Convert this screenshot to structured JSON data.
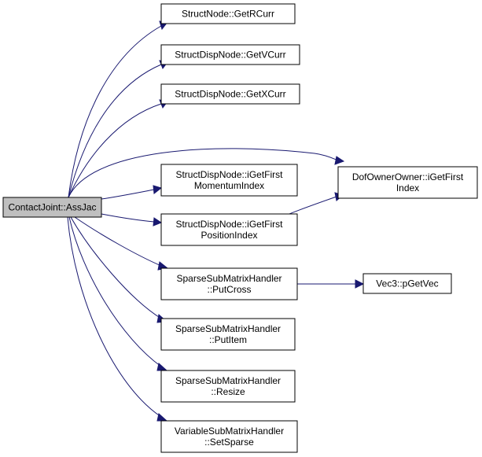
{
  "nodes": [
    {
      "id": "root",
      "lines": [
        "ContactJoint::AssJac"
      ]
    },
    {
      "id": "n1",
      "lines": [
        "StructNode::GetRCurr"
      ]
    },
    {
      "id": "n2",
      "lines": [
        "StructDispNode::GetVCurr"
      ]
    },
    {
      "id": "n3",
      "lines": [
        "StructDispNode::GetXCurr"
      ]
    },
    {
      "id": "n4",
      "lines": [
        "StructDispNode::iGetFirst",
        "MomentumIndex"
      ]
    },
    {
      "id": "n5",
      "lines": [
        "StructDispNode::iGetFirst",
        "PositionIndex"
      ]
    },
    {
      "id": "n6",
      "lines": [
        "SparseSubMatrixHandler",
        "::PutCross"
      ]
    },
    {
      "id": "n7",
      "lines": [
        "SparseSubMatrixHandler",
        "::PutItem"
      ]
    },
    {
      "id": "n8",
      "lines": [
        "SparseSubMatrixHandler",
        "::Resize"
      ]
    },
    {
      "id": "n9",
      "lines": [
        "VariableSubMatrixHandler",
        "::SetSparse"
      ]
    },
    {
      "id": "n10",
      "lines": [
        "DofOwnerOwner::iGetFirst",
        "Index"
      ]
    },
    {
      "id": "n11",
      "lines": [
        "Vec3::pGetVec"
      ]
    }
  ],
  "edges": [
    [
      "root",
      "n1"
    ],
    [
      "root",
      "n2"
    ],
    [
      "root",
      "n3"
    ],
    [
      "root",
      "n4"
    ],
    [
      "root",
      "n5"
    ],
    [
      "root",
      "n6"
    ],
    [
      "root",
      "n7"
    ],
    [
      "root",
      "n8"
    ],
    [
      "root",
      "n9"
    ],
    [
      "root",
      "n10"
    ],
    [
      "n5",
      "n10"
    ],
    [
      "n6",
      "n11"
    ]
  ],
  "colors": {
    "edge": "#191970",
    "root_fill": "#bfbfbf",
    "node_fill": "#ffffff",
    "border": "#000000"
  }
}
